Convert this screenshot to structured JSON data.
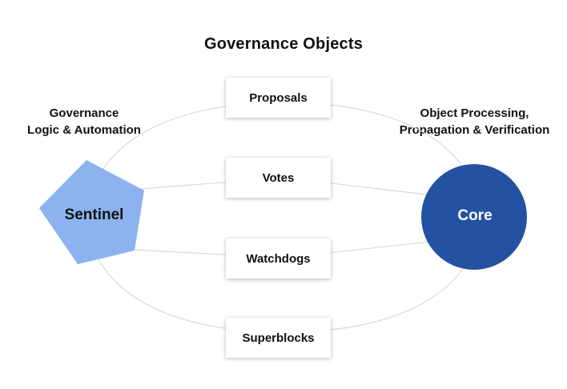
{
  "title": "Governance Objects",
  "left_label": {
    "line1": "Governance",
    "line2": "Logic & Automation"
  },
  "right_label": {
    "line1": "Object Processing,",
    "line2": "Propagation & Verification"
  },
  "objects": [
    {
      "label": "Proposals"
    },
    {
      "label": "Votes"
    },
    {
      "label": "Watchdogs"
    },
    {
      "label": "Superblocks"
    }
  ],
  "sentinel": {
    "label": "Sentinel",
    "color": "#8cb3ef"
  },
  "core": {
    "label": "Core",
    "color": "#2452a3"
  },
  "connector_color": "#d9d9d9"
}
